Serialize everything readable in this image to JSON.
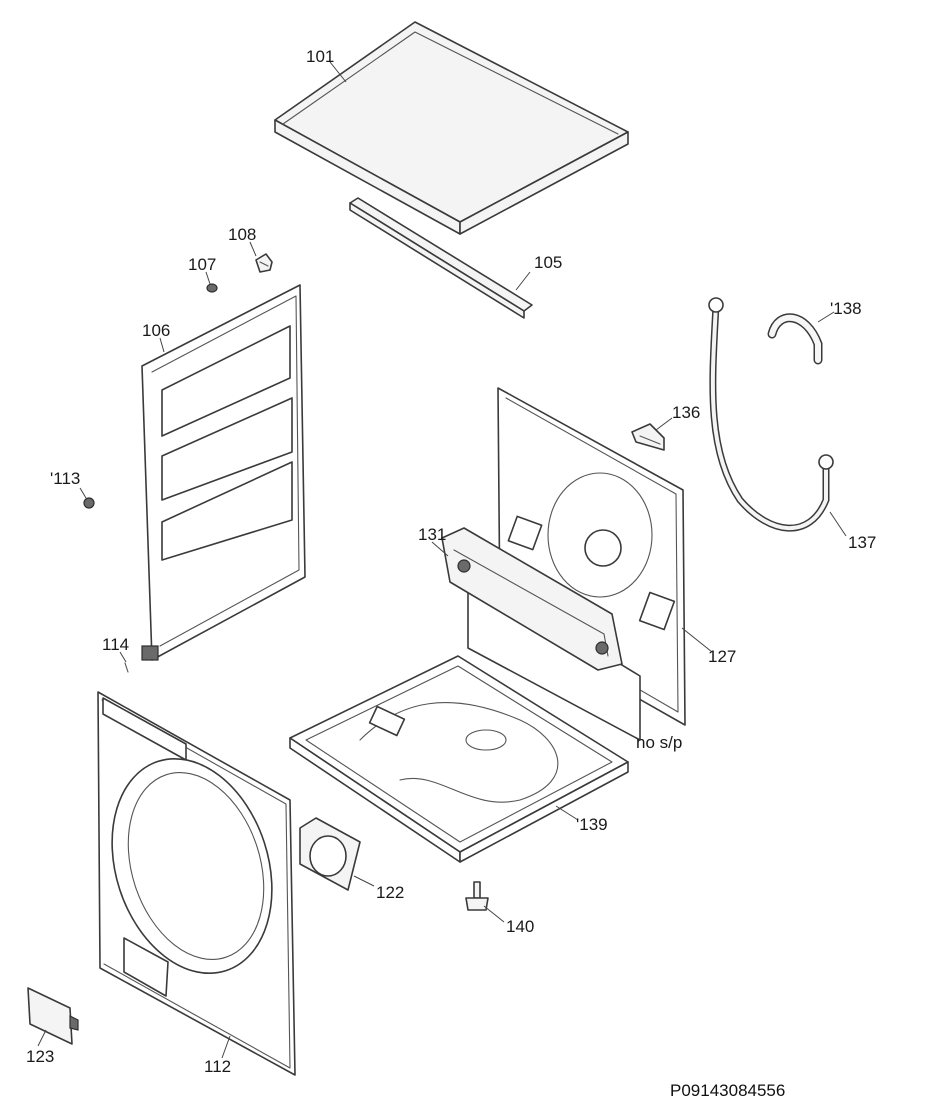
{
  "callouts": {
    "c101": "101",
    "c105": "105",
    "c106": "106",
    "c107": "107",
    "c108": "108",
    "c112": "112",
    "c113": "'113",
    "c114": "114",
    "c122": "122",
    "c123": "123",
    "c127": "127",
    "c131": "131",
    "c136": "136",
    "c137": "137",
    "c138": "'138",
    "c139": "'139",
    "c140": "140"
  },
  "note": "no s/p",
  "reference_code": "P09143084556",
  "colors": {
    "line": "#3a3a3a",
    "fill": "#f4f4f4",
    "background": "#ffffff"
  }
}
